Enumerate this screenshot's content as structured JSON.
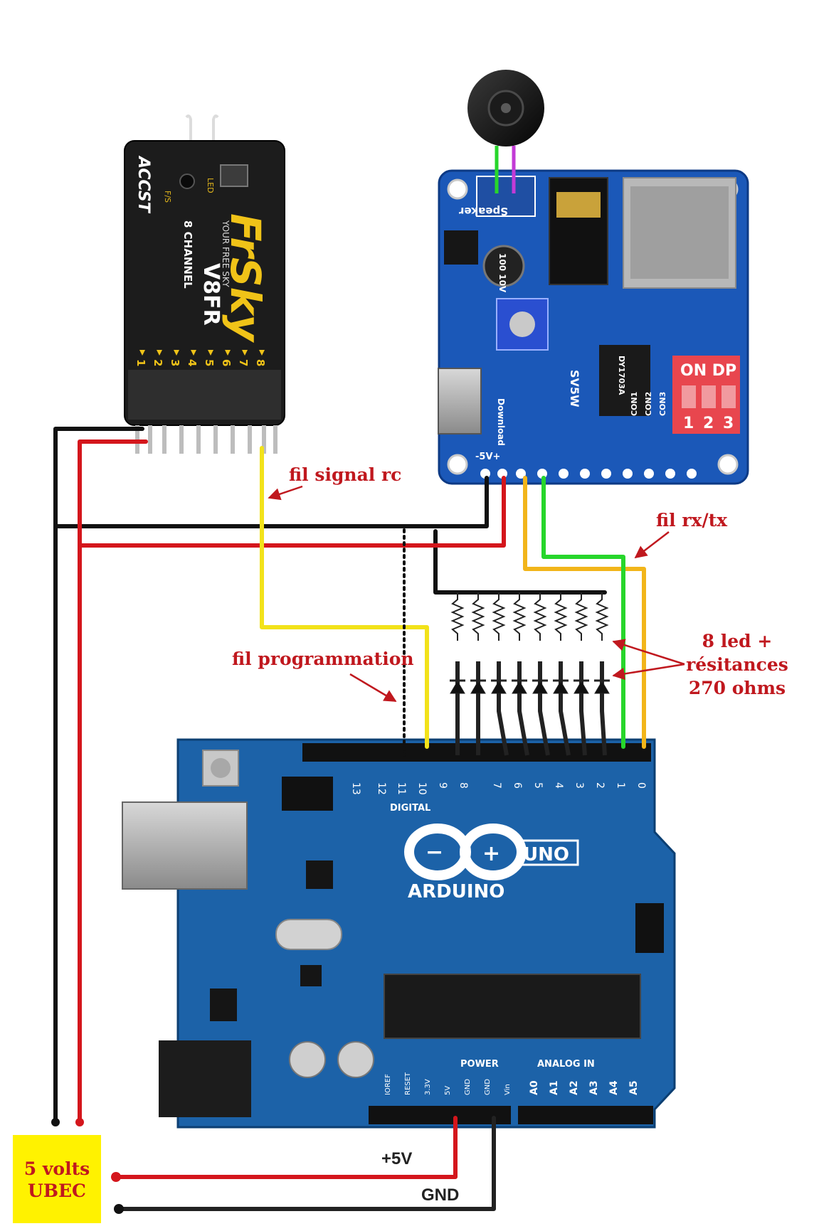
{
  "labels": {
    "signal_rc": "fil signal rc",
    "rx_tx": "fil rx/tx",
    "programmation": "fil programmation",
    "led_line1": "8 led +",
    "led_line2": "résitances",
    "led_line3": "270 ohms",
    "plus5v": "+5V",
    "gnd": "GND",
    "ubec_line1": "5 volts",
    "ubec_line2": "UBEC"
  },
  "receiver": {
    "brand": "FrSky",
    "tagline": "YOUR FREE SKY",
    "model": "V8FR",
    "channel": "8 CHANNEL",
    "accst": "ACCST",
    "led": "LED",
    "fs": "F/S",
    "channels": [
      "1",
      "2",
      "3",
      "4",
      "5",
      "6",
      "7",
      "8"
    ]
  },
  "sound_module": {
    "speaker": "Speaker",
    "cap": "100 10V",
    "model": "SV5W",
    "chip": "DY1703A",
    "download": "Download",
    "dip_label": "ON DP",
    "dip_numbers": [
      "1",
      "2",
      "3"
    ],
    "con_labels": [
      "CON1",
      "CON2",
      "CON3"
    ],
    "supply": "-5V+"
  },
  "arduino": {
    "brand": "ARDUINO",
    "model": "UNO",
    "digital": "DIGITAL",
    "power": "POWER",
    "analog": "ANALOG IN",
    "pins": [
      "13",
      "12",
      "11",
      "10",
      "9",
      "8",
      "7",
      "6",
      "5",
      "4",
      "3",
      "2",
      "1",
      "0"
    ],
    "analog_pins": [
      "A0",
      "A1",
      "A2",
      "A3",
      "A4",
      "A5"
    ],
    "power_pins": [
      "IOREF",
      "RESET",
      "3.3V",
      "5V",
      "GND",
      "GND",
      "Vin"
    ]
  },
  "colors": {
    "gnd_wire": "#111111",
    "vcc_wire": "#d4161c",
    "signal_wire": "#f2e21a",
    "rx_wire": "#27d62b",
    "tx_wire": "#f2b51a",
    "pcb_blue": "#1b58b8",
    "label_red": "#c0181e"
  }
}
